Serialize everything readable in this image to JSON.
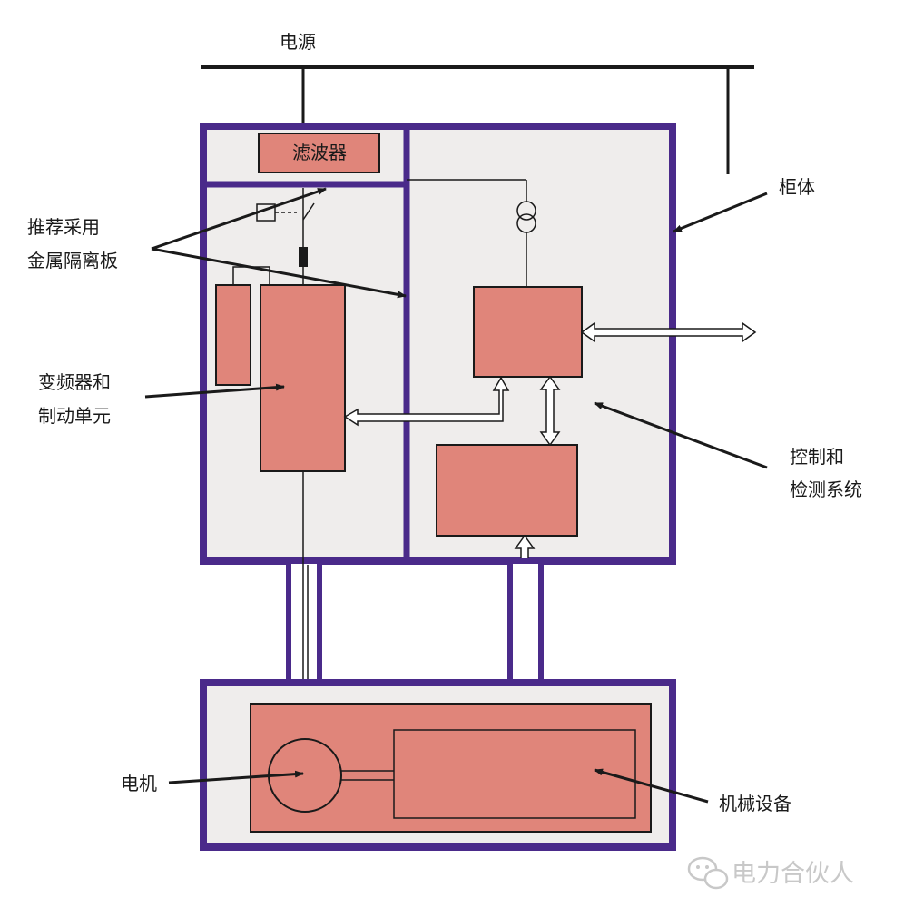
{
  "labels": {
    "power": "电源",
    "filter": "滤波器",
    "cabinet": "柜体",
    "partition_line1": "推荐采用",
    "partition_line2": "金属隔离板",
    "inverter_line1": "变频器和",
    "inverter_line2": "制动单元",
    "control_line1": "控制和",
    "control_line2": "检测系统",
    "motor": "电机",
    "machine": "机械设备"
  },
  "watermark": {
    "text": "电力合伙人",
    "icon": "wechat-icon"
  },
  "colors": {
    "enclosure": "#4a2a8a",
    "module_fill": "#e0857a",
    "cabinet_fill": "#efedec",
    "line": "#1a1a1a"
  }
}
